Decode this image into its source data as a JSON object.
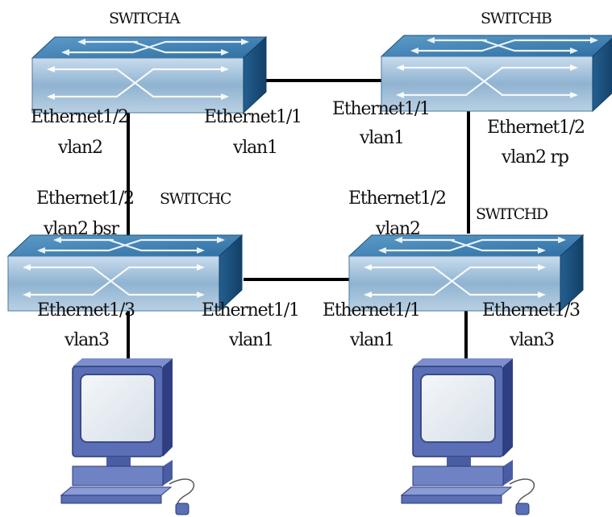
{
  "switches": {
    "a": {
      "name": "SWITCHA"
    },
    "b": {
      "name": "SWITCHB"
    },
    "c": {
      "name": "SWITCHC"
    },
    "d": {
      "name": "SWITCHD"
    }
  },
  "ports": {
    "a_e12": {
      "port": "Ethernet1/2",
      "vlan": "vlan2"
    },
    "a_e11": {
      "port": "Ethernet1/1",
      "vlan": "vlan1"
    },
    "b_e11": {
      "port": "Ethernet1/1",
      "vlan": "vlan1"
    },
    "b_e12": {
      "port": "Ethernet1/2",
      "vlan": "vlan2 rp"
    },
    "c_e12": {
      "port": "Ethernet1/2",
      "vlan": "vlan2 bsr"
    },
    "c_e13": {
      "port": "Ethernet1/3",
      "vlan": "vlan3"
    },
    "c_e11": {
      "port": "Ethernet1/1",
      "vlan": "vlan1"
    },
    "d_e12": {
      "port": "Ethernet1/2",
      "vlan": "vlan2"
    },
    "d_e11": {
      "port": "Ethernet1/1",
      "vlan": "vlan1"
    },
    "d_e13": {
      "port": "Ethernet1/3",
      "vlan": "vlan3"
    }
  },
  "colors": {
    "switch_top": "#3f7fb0",
    "switch_front": "#9fbfd6",
    "switch_side": "#1d5f92",
    "monitor_frame": "#5a6fb5",
    "monitor_dark": "#2b3a7a",
    "screen": "#e8edf3",
    "link": "#000000"
  }
}
